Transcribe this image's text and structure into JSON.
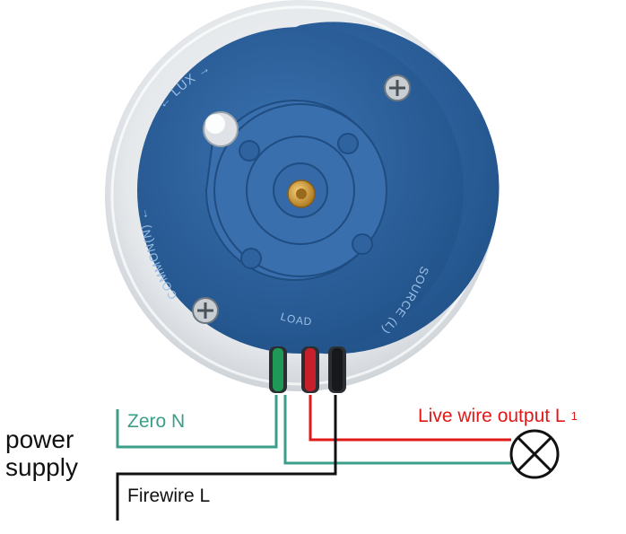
{
  "labels": {
    "power_line1": "power",
    "power_line2": "supply",
    "zero": "Zero N",
    "firewire": "Firewire L",
    "live": "Live wire output L",
    "live_subscript": "1"
  },
  "device_text": {
    "lux": "← LUX →",
    "common": "COMMON(N) ←",
    "source": "SOURCE (L)",
    "load": "LOAD"
  },
  "icons": {
    "load_symbol": "lamp-icon"
  },
  "colors": {
    "zero_wire": "#3a9e88",
    "fire_wire": "#111111",
    "live_wire": "#e01818",
    "device_blue": "#2f63a0"
  }
}
